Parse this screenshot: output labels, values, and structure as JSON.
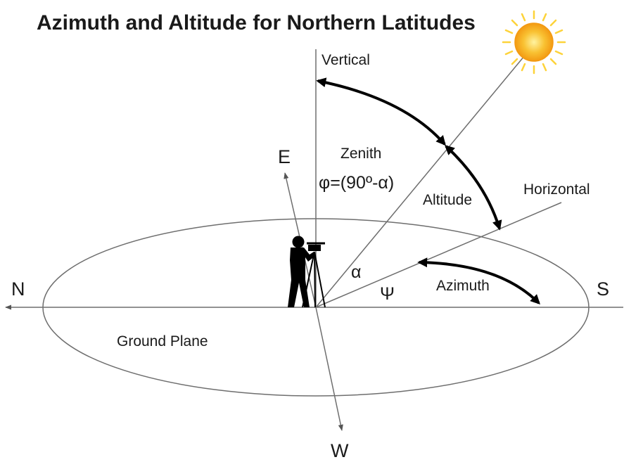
{
  "title": "Azimuth and Altitude for Northern Latitudes",
  "labels": {
    "vertical": "Vertical",
    "horizontal": "Horizontal",
    "zenith": "Zenith",
    "zenith_formula": "φ=(90º-α)",
    "altitude": "Altitude",
    "azimuth": "Azimuth",
    "alpha": "α",
    "psi": "Ψ",
    "ground_plane": "Ground Plane"
  },
  "directions": {
    "north": "N",
    "south": "S",
    "east": "E",
    "west": "W"
  },
  "colors": {
    "lines": "#6e6e6e",
    "arcs": "#000000",
    "text": "#1a1a1a",
    "sun_core": "#f7a21b",
    "sun_rays": "#fdd33a"
  },
  "icons": {
    "sun": "sun-icon",
    "observer": "surveyor-with-theodolite-icon"
  }
}
